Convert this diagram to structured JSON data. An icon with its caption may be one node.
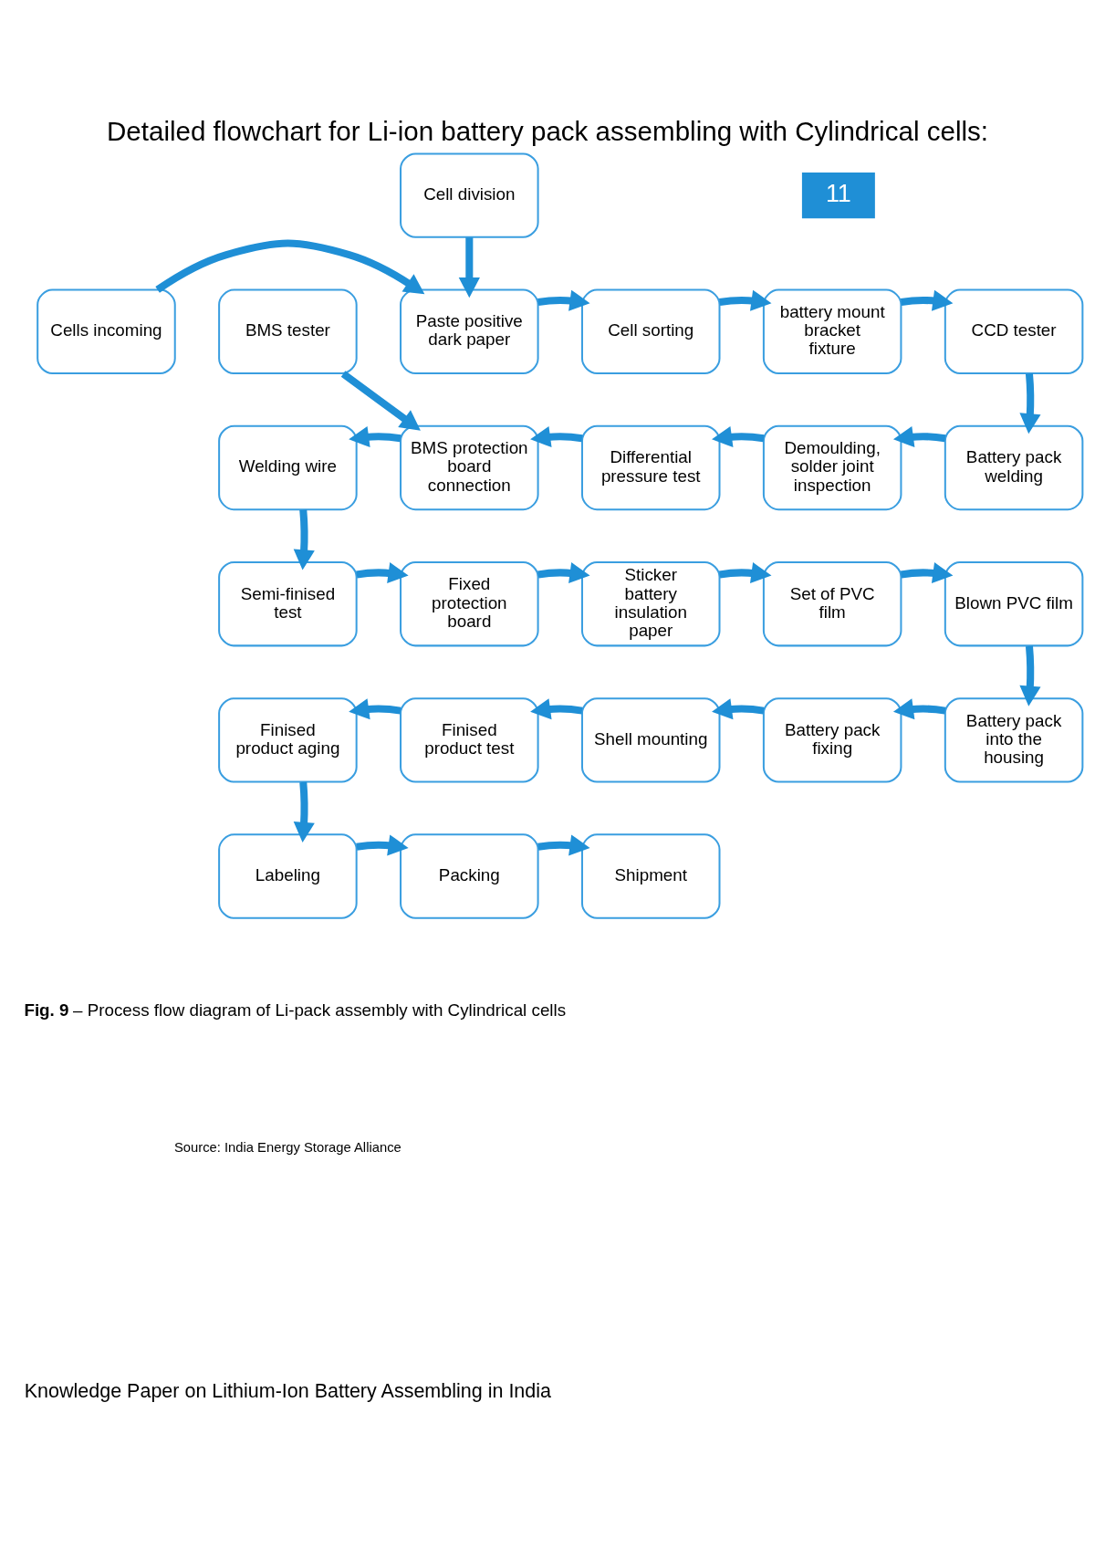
{
  "diagram": {
    "title": "Detailed flowchart for Li-ion battery pack assembling with Cylindrical cells:",
    "caption": "**Fig. 9** – Process flow diagram of Li-pack assembly with Cylindrical cells",
    "nodes": [
      {
        "text": [
          "Cell division"
        ]
      },
      {
        "text": [
          "Cells incoming"
        ]
      },
      {
        "text": [
          "Paste positive dark paper"
        ]
      },
      {
        "text": [
          "Cell sorting"
        ]
      },
      {
        "text": [
          "battery mount bracket fixture"
        ]
      },
      {
        "text": [
          "CCD tester"
        ]
      },
      {
        "text": [
          "BMS tester"
        ]
      },
      {
        "text": [
          "Welding wire"
        ]
      },
      {
        "text": [
          "BMS protection board connection"
        ]
      },
      {
        "text": [
          "Differential pressure test"
        ]
      },
      {
        "text": [
          "Demoulding, solder joint inspection"
        ]
      },
      {
        "text": [
          "Battery pack welding"
        ]
      },
      {
        "text": [
          "Semi-finised test"
        ]
      },
      {
        "text": [
          "Fixed protection board"
        ]
      },
      {
        "text": [
          "Sticker battery insulation paper"
        ]
      },
      {
        "text": [
          "Set of PVC film"
        ]
      },
      {
        "text": [
          "Blown PVC film"
        ]
      },
      {
        "text": [
          "Finised product aging"
        ]
      },
      {
        "text": [
          "Finised product test"
        ]
      },
      {
        "text": [
          "Shell mounting"
        ]
      },
      {
        "text": [
          "Battery pack fixing"
        ]
      },
      {
        "text": [
          "Battery pack into the housing"
        ]
      },
      {
        "text": [
          "Labeling"
        ]
      },
      {
        "text": [
          "Packing"
        ]
      },
      {
        "text": [
          "Shipment"
        ]
      }
    ],
    "edges": [
      {
        "from": 0,
        "to": 2,
        "arrow": "to"
      },
      {
        "from": 1,
        "to": 2,
        "arrow": "to"
      },
      {
        "from": 2,
        "to": 3,
        "arrow": "to"
      },
      {
        "from": 3,
        "to": 4,
        "arrow": "to"
      },
      {
        "from": 4,
        "to": 5,
        "arrow": "to"
      },
      {
        "from": 5,
        "to": 11,
        "arrow": "to"
      },
      {
        "from": 6,
        "to": 8,
        "arrow": "to"
      },
      {
        "from": 11,
        "to": 10,
        "arrow": "to"
      },
      {
        "from": 10,
        "to": 9,
        "arrow": "to"
      },
      {
        "from": 9,
        "to": 8,
        "arrow": "to"
      },
      {
        "from": 8,
        "to": 7,
        "arrow": "to"
      },
      {
        "from": 7,
        "to": 12,
        "arrow": "to"
      },
      {
        "from": 12,
        "to": 13,
        "arrow": "to"
      },
      {
        "from": 13,
        "to": 14,
        "arrow": "to"
      },
      {
        "from": 14,
        "to": 15,
        "arrow": "to"
      },
      {
        "from": 15,
        "to": 16,
        "arrow": "to"
      },
      {
        "from": 16,
        "to": 21,
        "arrow": "to"
      },
      {
        "from": 21,
        "to": 20,
        "arrow": "to"
      },
      {
        "from": 20,
        "to": 19,
        "arrow": "to"
      },
      {
        "from": 19,
        "to": 18,
        "arrow": "to"
      },
      {
        "from": 18,
        "to": 17,
        "arrow": "to"
      },
      {
        "from": 17,
        "to": 22,
        "arrow": "to"
      },
      {
        "from": 22,
        "to": 23,
        "arrow": "to"
      },
      {
        "from": 23,
        "to": 24,
        "arrow": "to"
      }
    ],
    "labels": [
      "11",
      "Source: India Energy Storage Alliance",
      "Knowledge Paper on Lithium-Ion Battery Assembling in India"
    ]
  }
}
